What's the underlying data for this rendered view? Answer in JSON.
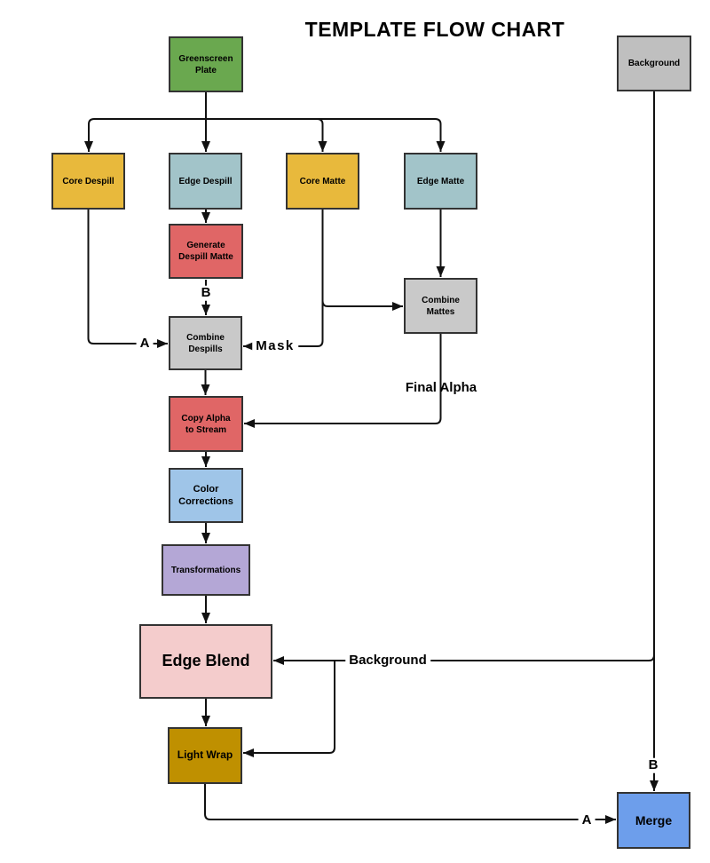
{
  "title": "TEMPLATE FLOW CHART",
  "palette": {
    "line": "#111111",
    "node_border": "#333333",
    "green": "#6aa84f",
    "gold": "#e8b93c",
    "slate_blue": "#a2c4c9",
    "red": "#e06666",
    "gray_light": "#c9c9c9",
    "gray_mid": "#bfbfbf",
    "sky_blue": "#9fc5e8",
    "purple": "#b4a7d6",
    "pink": "#f4cccc",
    "dark_gold": "#bf9000",
    "blue": "#6d9eeb"
  },
  "nodes": {
    "greenscreen_plate": {
      "label": "Greenscreen\nPlate",
      "color": "#6aa84f"
    },
    "background_source": {
      "label": "Background",
      "color": "#bfbfbf"
    },
    "core_despill": {
      "label": "Core Despill",
      "color": "#e8b93c"
    },
    "edge_despill": {
      "label": "Edge Despill",
      "color": "#a2c4c9"
    },
    "core_matte": {
      "label": "Core Matte",
      "color": "#e8b93c"
    },
    "edge_matte": {
      "label": "Edge Matte",
      "color": "#a2c4c9"
    },
    "generate_despill_matte": {
      "label": "Generate\nDespill Matte",
      "color": "#e06666"
    },
    "combine_mattes": {
      "label": "Combine\nMattes",
      "color": "#c9c9c9"
    },
    "combine_despills": {
      "label": "Combine\nDespills",
      "color": "#c9c9c9"
    },
    "copy_alpha_to_stream": {
      "label": "Copy Alpha\nto Stream",
      "color": "#e06666"
    },
    "color_corrections": {
      "label": "Color\nCorrections",
      "color": "#9fc5e8"
    },
    "transformations": {
      "label": "Transformations",
      "color": "#b4a7d6"
    },
    "edge_blend": {
      "label": "Edge Blend",
      "color": "#f4cccc"
    },
    "light_wrap": {
      "label": "Light Wrap",
      "color": "#bf9000"
    },
    "merge": {
      "label": "Merge",
      "color": "#6d9eeb"
    }
  },
  "edge_labels": {
    "b_despill": "B",
    "a_despill": "A",
    "mask": "Mask",
    "final_alpha": "Final Alpha",
    "background_line": "Background",
    "b_merge": "B",
    "a_merge": "A"
  }
}
